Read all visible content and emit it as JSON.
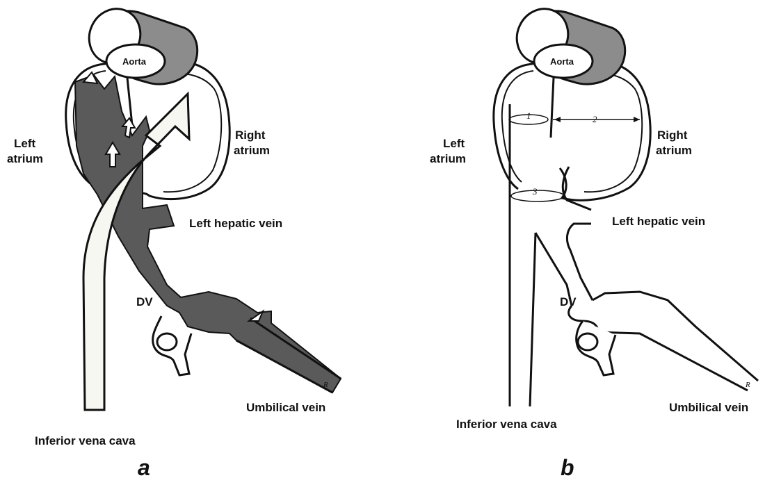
{
  "colors": {
    "line": "#111111",
    "dark_flow": "#5a5a5a",
    "light_flow": "#f7f7f2",
    "aorta_ring": "#6e6e6e",
    "paper": "#ffffff"
  },
  "panel_a": {
    "panel_label": "a",
    "aorta": "Aorta",
    "left_atrium": [
      "Left",
      "atrium"
    ],
    "right_atrium": [
      "Right",
      "atrium"
    ],
    "left_hepatic_vein": "Left hepatic vein",
    "ductus_venosus": "DV",
    "umbilical_vein": "Umbilical vein",
    "ivc": "Inferior vena cava",
    "ur_mark": "R"
  },
  "panel_b": {
    "panel_label": "b",
    "aorta": "Aorta",
    "left_atrium": [
      "Left",
      "atrium"
    ],
    "right_atrium": [
      "Right",
      "atrium"
    ],
    "left_hepatic_vein": "Left hepatic vein",
    "ductus_venosus": "DV",
    "umbilical_vein": "Umbilical vein",
    "ivc": "Inferior vena cava",
    "ur_mark": "R",
    "measurement_1": "1",
    "measurement_2": "2",
    "measurement_3": "3"
  }
}
